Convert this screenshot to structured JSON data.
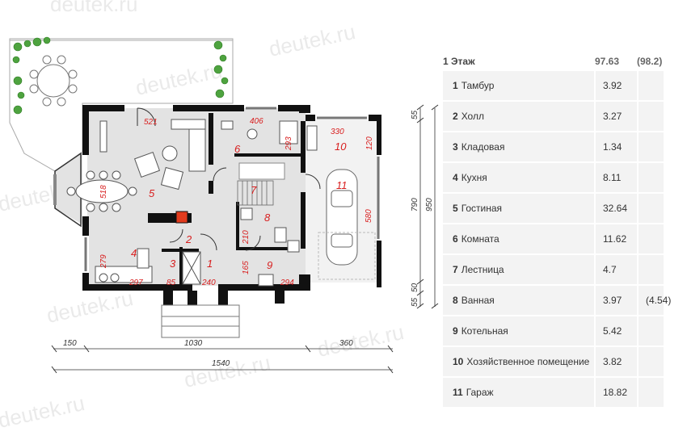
{
  "watermark": "deutek.ru",
  "table": {
    "floor": {
      "label": "1 Этаж",
      "area": "97.63",
      "area_total": "(98.2)"
    },
    "rooms": [
      {
        "num": "1",
        "name": "Тамбур",
        "area": "3.92",
        "extra": ""
      },
      {
        "num": "2",
        "name": "Холл",
        "area": "3.27",
        "extra": ""
      },
      {
        "num": "3",
        "name": "Кладовая",
        "area": "1.34",
        "extra": ""
      },
      {
        "num": "4",
        "name": "Кухня",
        "area": "8.11",
        "extra": ""
      },
      {
        "num": "5",
        "name": "Гостиная",
        "area": "32.64",
        "extra": ""
      },
      {
        "num": "6",
        "name": "Комната",
        "area": "11.62",
        "extra": ""
      },
      {
        "num": "7",
        "name": "Лестница",
        "area": "4.7",
        "extra": ""
      },
      {
        "num": "8",
        "name": "Ванная",
        "area": "3.97",
        "extra": "(4.54)"
      },
      {
        "num": "9",
        "name": "Котельная",
        "area": "5.42",
        "extra": ""
      },
      {
        "num": "10",
        "name": "Хозяйственное помещение",
        "area": "3.82",
        "extra": ""
      },
      {
        "num": "11",
        "name": "Гараж",
        "area": "18.82",
        "extra": ""
      }
    ]
  },
  "plan": {
    "room_numbers": [
      "1",
      "2",
      "3",
      "4",
      "5",
      "6",
      "7",
      "8",
      "9",
      "10",
      "11"
    ],
    "dims": {
      "d521": "521",
      "d406": "406",
      "d330": "330",
      "d120": "120",
      "d293": "293",
      "d518": "518",
      "d580": "580",
      "d210": "210",
      "d279": "279",
      "d165": "165",
      "d297": "297",
      "d85": "85",
      "d240": "240",
      "d294": "294"
    },
    "bottom_dims": {
      "b150": "150",
      "b1030": "1030",
      "b360": "360",
      "b1540": "1540"
    },
    "right_dims": {
      "r55a": "55",
      "r790": "790",
      "r950": "950",
      "r50": "50",
      "r55b": "55"
    }
  },
  "colors": {
    "room_label": "#d81e1e",
    "wall": "#111111",
    "floor": "#e3e3e3",
    "garage": "#f2f2f2",
    "cell_bg": "#f3f3f3"
  }
}
